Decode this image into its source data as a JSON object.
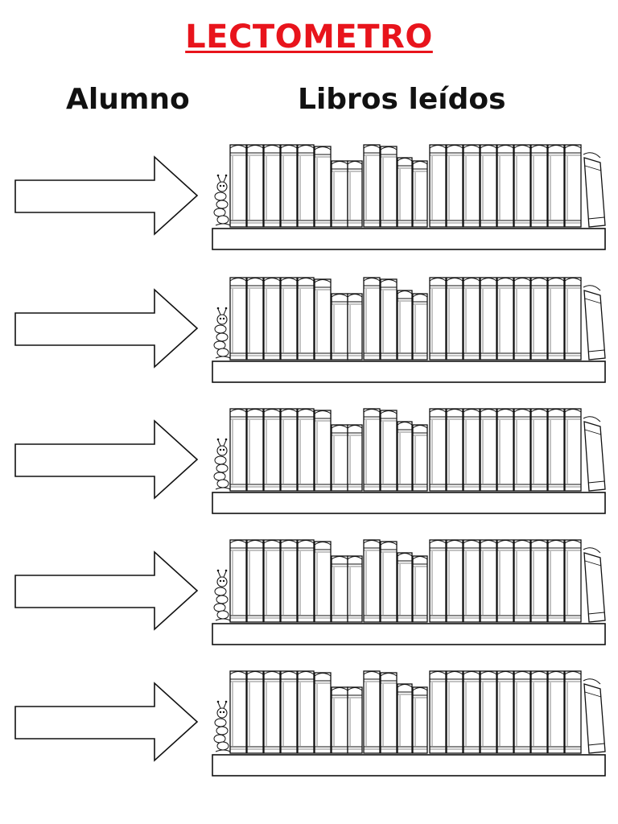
{
  "title": "LECTOMETRO",
  "columns": {
    "student": "Alumno",
    "books": "Libros leídos"
  },
  "colors": {
    "title": "#e8141c",
    "ink": "#111111"
  },
  "rows_count": 5,
  "icons": {
    "arrow": "right-arrow-outline-icon",
    "shelf": "bookshelf-illustration",
    "worm": "bookworm-icon"
  }
}
